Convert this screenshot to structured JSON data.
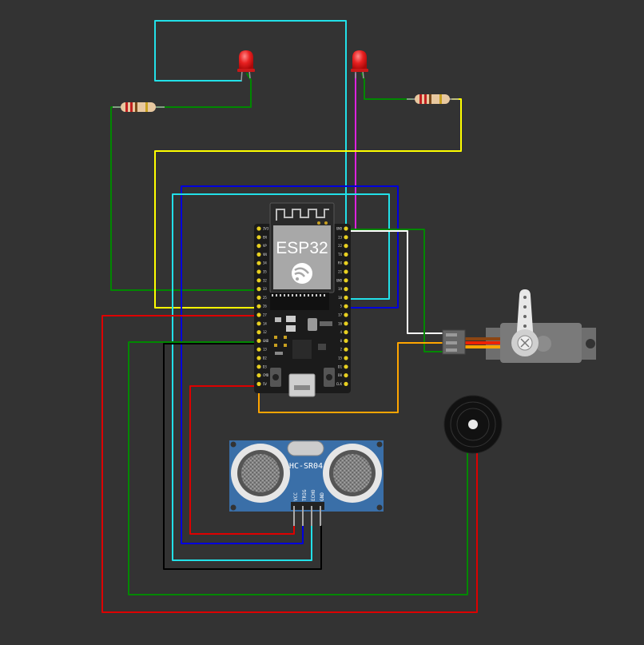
{
  "esp32": {
    "label": "ESP32"
  },
  "ultrasonic": {
    "label": "HC-SR04",
    "pins": [
      "VCC",
      "TRIG",
      "ECHO",
      "GND"
    ]
  },
  "esp32_left_pins": [
    "3V3",
    "EN",
    "VP",
    "VN",
    "34",
    "35",
    "32",
    "33",
    "25",
    "26",
    "27",
    "14",
    "12",
    "GND",
    "13",
    "D2",
    "D3",
    "CMD",
    "5V"
  ],
  "esp32_right_pins": [
    "GND",
    "23",
    "22",
    "TX",
    "RX",
    "21",
    "GND",
    "19",
    "18",
    "5",
    "17",
    "16",
    "4",
    "0",
    "2",
    "15",
    "D1",
    "D0",
    "CLK"
  ],
  "colors": {
    "background": "#333333",
    "wire_cyan": "#22e0e8",
    "wire_green": "#008800",
    "wire_yellow": "#ffff00",
    "wire_blue": "#0000dd",
    "wire_red": "#dd0000",
    "wire_black": "#000000",
    "wire_white": "#ffffff",
    "wire_magenta": "#dd22dd",
    "wire_orange": "#ffa500",
    "led": "#e82020",
    "hcsr04_board": "#3a6fa8"
  }
}
